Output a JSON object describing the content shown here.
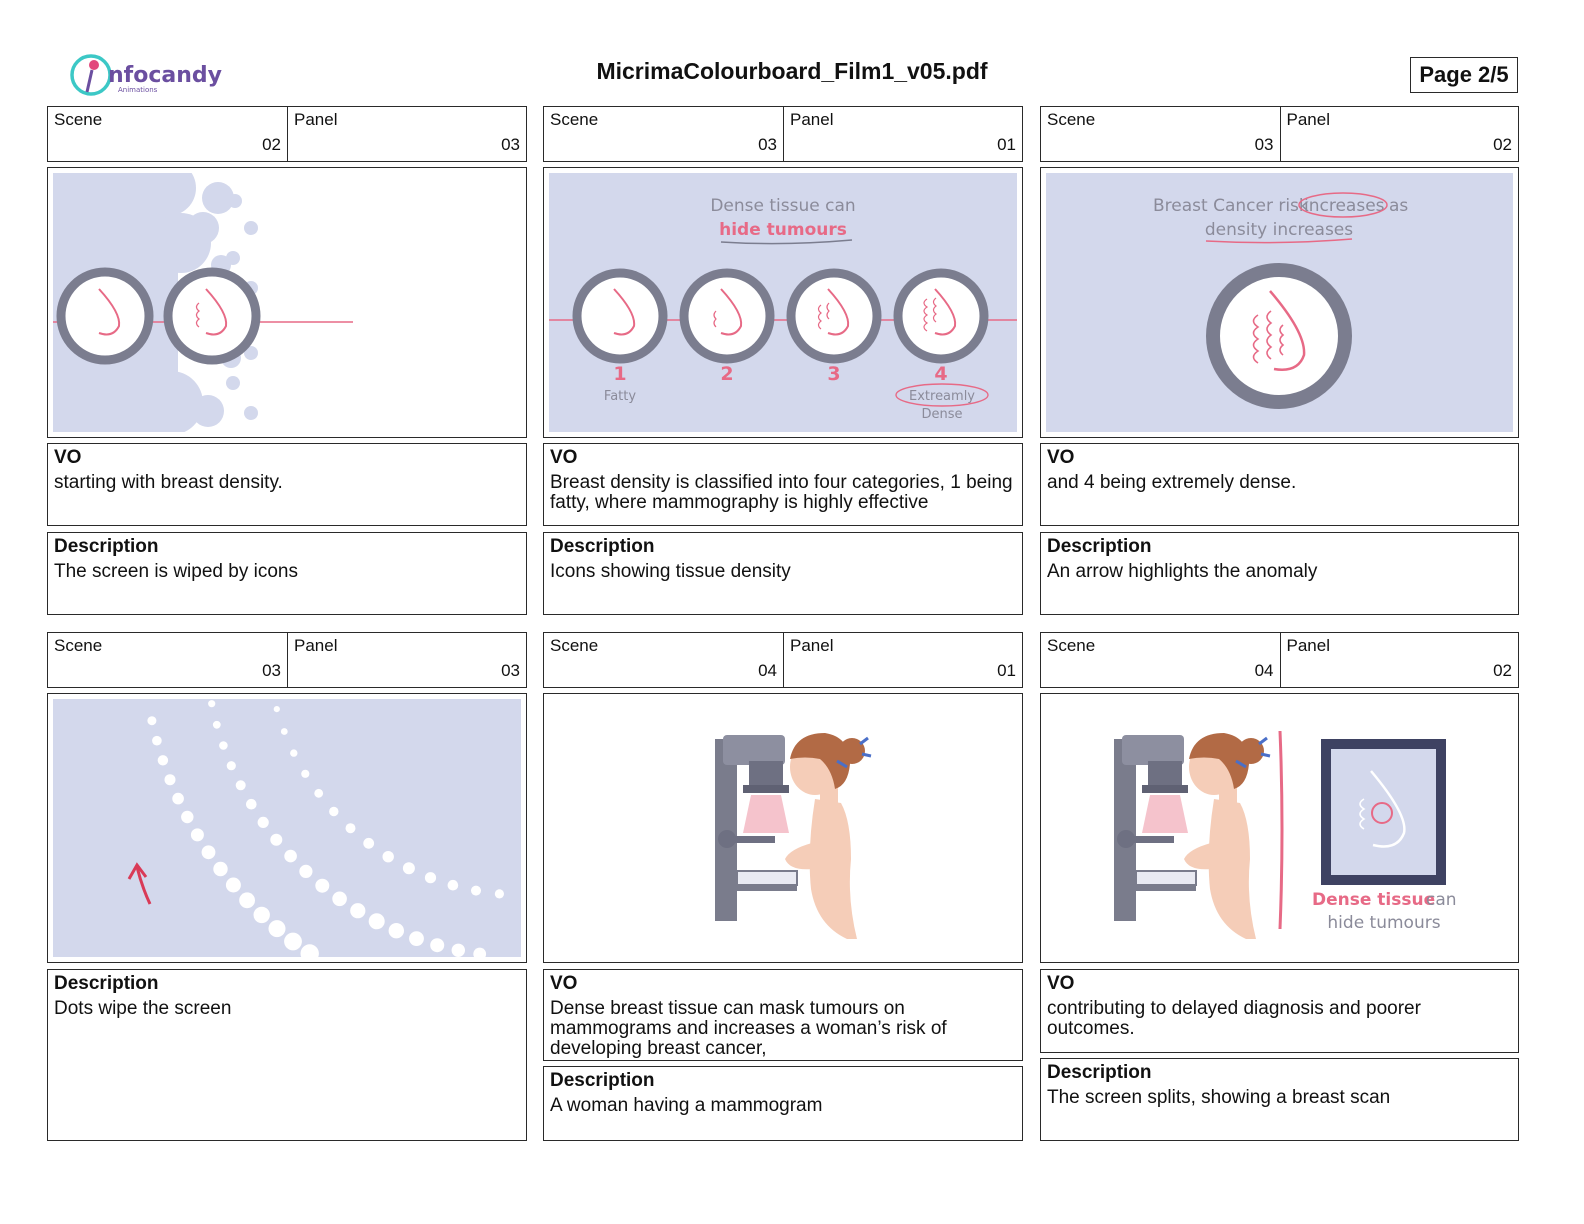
{
  "header": {
    "logo_text": "nfocandy",
    "logo_sub": "Animations",
    "title": "MicrimaColourboard_Film1_v05.pdf",
    "page": "Page 2/5"
  },
  "labels": {
    "scene": "Scene",
    "panel": "Panel",
    "vo": "VO",
    "description": "Description"
  },
  "panels": [
    {
      "scene": "02",
      "panel": "03",
      "vo": "starting with breast density.",
      "description": "The screen is wiped by icons"
    },
    {
      "scene": "03",
      "panel": "01",
      "vo": "Breast density is classified into four categories, 1 being fatty, where mammography is highly effective",
      "description": "Icons showing tissue density",
      "art": {
        "line1": "Dense tissue can",
        "line2": "hide tumours",
        "numbers": [
          "1",
          "2",
          "3",
          "4"
        ],
        "fatty": "Fatty",
        "extreme_1": "Extreamly",
        "extreme_2": "Dense"
      }
    },
    {
      "scene": "03",
      "panel": "02",
      "vo": "and 4 being extremely dense.",
      "description": "An arrow highlights the anomaly",
      "art": {
        "line1_a": "Breast Cancer risk",
        "line1_b": "increases",
        "line1_c": "as",
        "line2": "density increases"
      }
    },
    {
      "scene": "03",
      "panel": "03",
      "description": "Dots wipe the screen"
    },
    {
      "scene": "04",
      "panel": "01",
      "vo": "Dense breast tissue can mask tumours on mammograms and increases a woman’s risk of developing breast cancer,",
      "description": "A woman having a mammogram"
    },
    {
      "scene": "04",
      "panel": "02",
      "vo": "contributing to delayed diagnosis and poorer outcomes.",
      "description": "The screen splits, showing a breast scan",
      "art": {
        "line1_a": "Dense tissue",
        "line1_b": "can",
        "line2": "hide tumours"
      }
    }
  ],
  "colors": {
    "lavender_bg": "#d3d8ec",
    "accent_pink": "#e76a86",
    "ring_gray": "#7b7d8f",
    "caption_gray": "#8b8b9a",
    "skin": "#f5cdb8",
    "hair": "#b26a45",
    "machine_gray": "#7a7c8c"
  }
}
